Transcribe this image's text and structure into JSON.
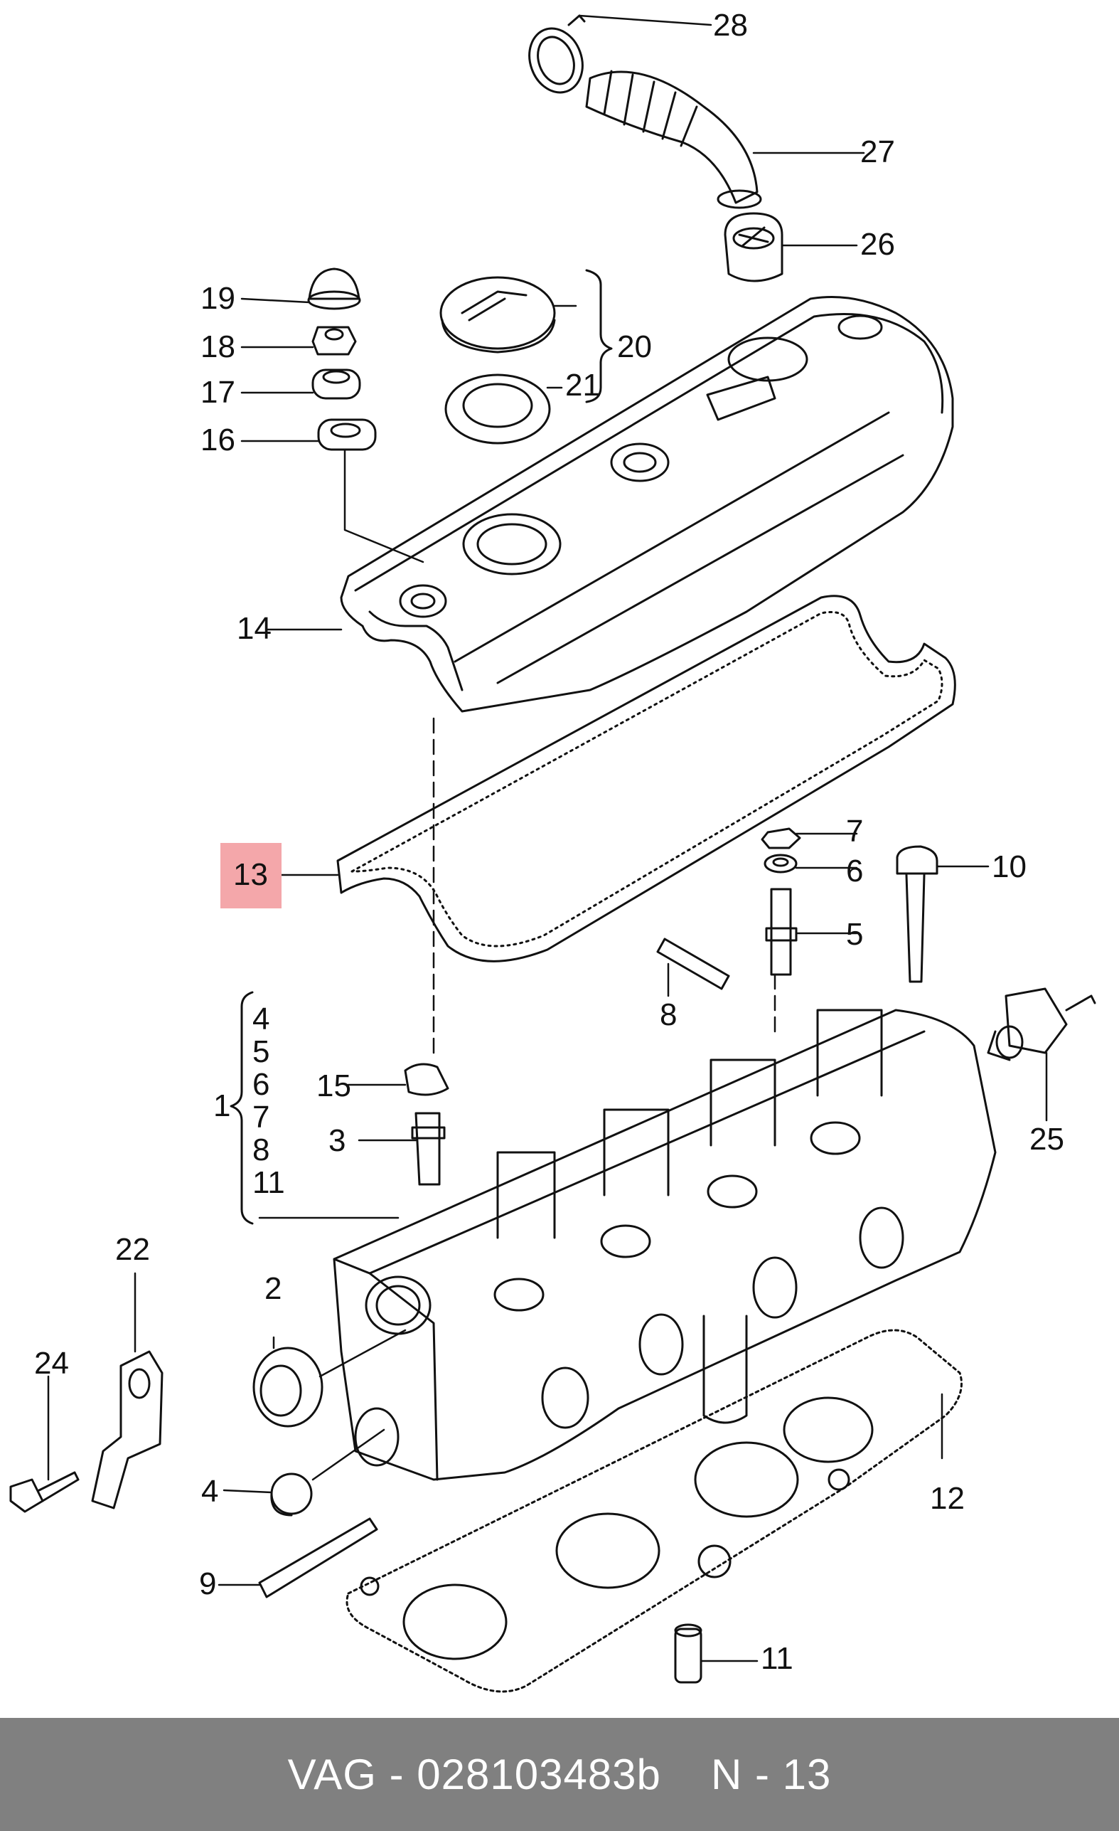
{
  "callouts": {
    "n1": "1",
    "n2": "2",
    "n3": "3",
    "n4": "4",
    "n5": "5",
    "n6": "6",
    "n7": "7",
    "n8": "8",
    "n9": "9",
    "n10": "10",
    "n11": "11",
    "n12": "12",
    "n13": "13",
    "n14": "14",
    "n15": "15",
    "n16": "16",
    "n17": "17",
    "n18": "18",
    "n19": "19",
    "n20": "20",
    "n21": "21",
    "n22": "22",
    "n24": "24",
    "n25": "25",
    "n26": "26",
    "n27": "27",
    "n28": "28"
  },
  "group1_items": [
    "4",
    "5",
    "6",
    "7",
    "8",
    "11"
  ],
  "highlighted_callout": "13",
  "footer": {
    "part_ref": "VAG - 028103483b",
    "diagram_ref": "N - 13"
  },
  "colors": {
    "highlight": "#f4a7aa",
    "footer_bg": "#808080",
    "line": "#111111"
  }
}
